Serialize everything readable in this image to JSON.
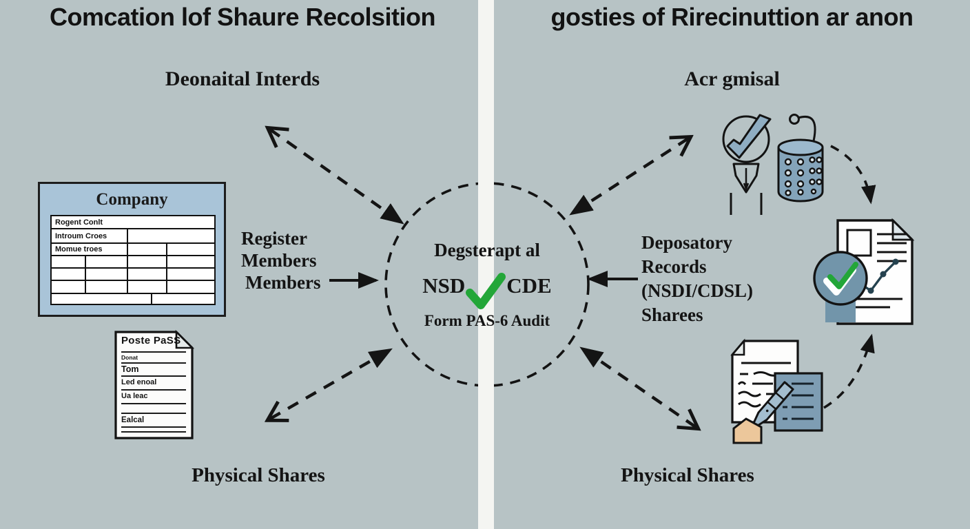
{
  "left": {
    "title": "Comcation lof Shaure Recolsition",
    "subtitle": "Deonaital Interds",
    "company_card": {
      "title": "Company",
      "row_labels": [
        "Rogent Conlt",
        "Introum Croes",
        "Momue troes"
      ]
    },
    "pass_doc": {
      "title": "Poste PaSS",
      "lines": [
        "Donat",
        "Tom",
        "Led enoal",
        "Ua leac",
        "Ealcal"
      ]
    },
    "register_lines": [
      "Register",
      "Members",
      "Members"
    ],
    "bottom_label": "Physical Shares"
  },
  "center": {
    "line1": "Degsterapt al",
    "nsd": "NSD",
    "cde": "CDE",
    "line3": "Form PAS-6 Audit"
  },
  "right": {
    "title": "gosties of Rirecinuttion ar anon",
    "subtitle": "Acr gmisal",
    "depository_lines": [
      "Deposatory",
      "Records",
      "(NSDI/CDSL)",
      "Sharees"
    ],
    "bottom_label": "Physical Shares"
  },
  "colors": {
    "background": "#b7c3c5",
    "divider": "#f4f5f2",
    "ink": "#141414",
    "card_fill": "#a9c4d8",
    "icon_blue": "#84a4ba",
    "badge_blue": "#7295aa",
    "check_green": "#23a638",
    "tan": "#ecc79b"
  }
}
